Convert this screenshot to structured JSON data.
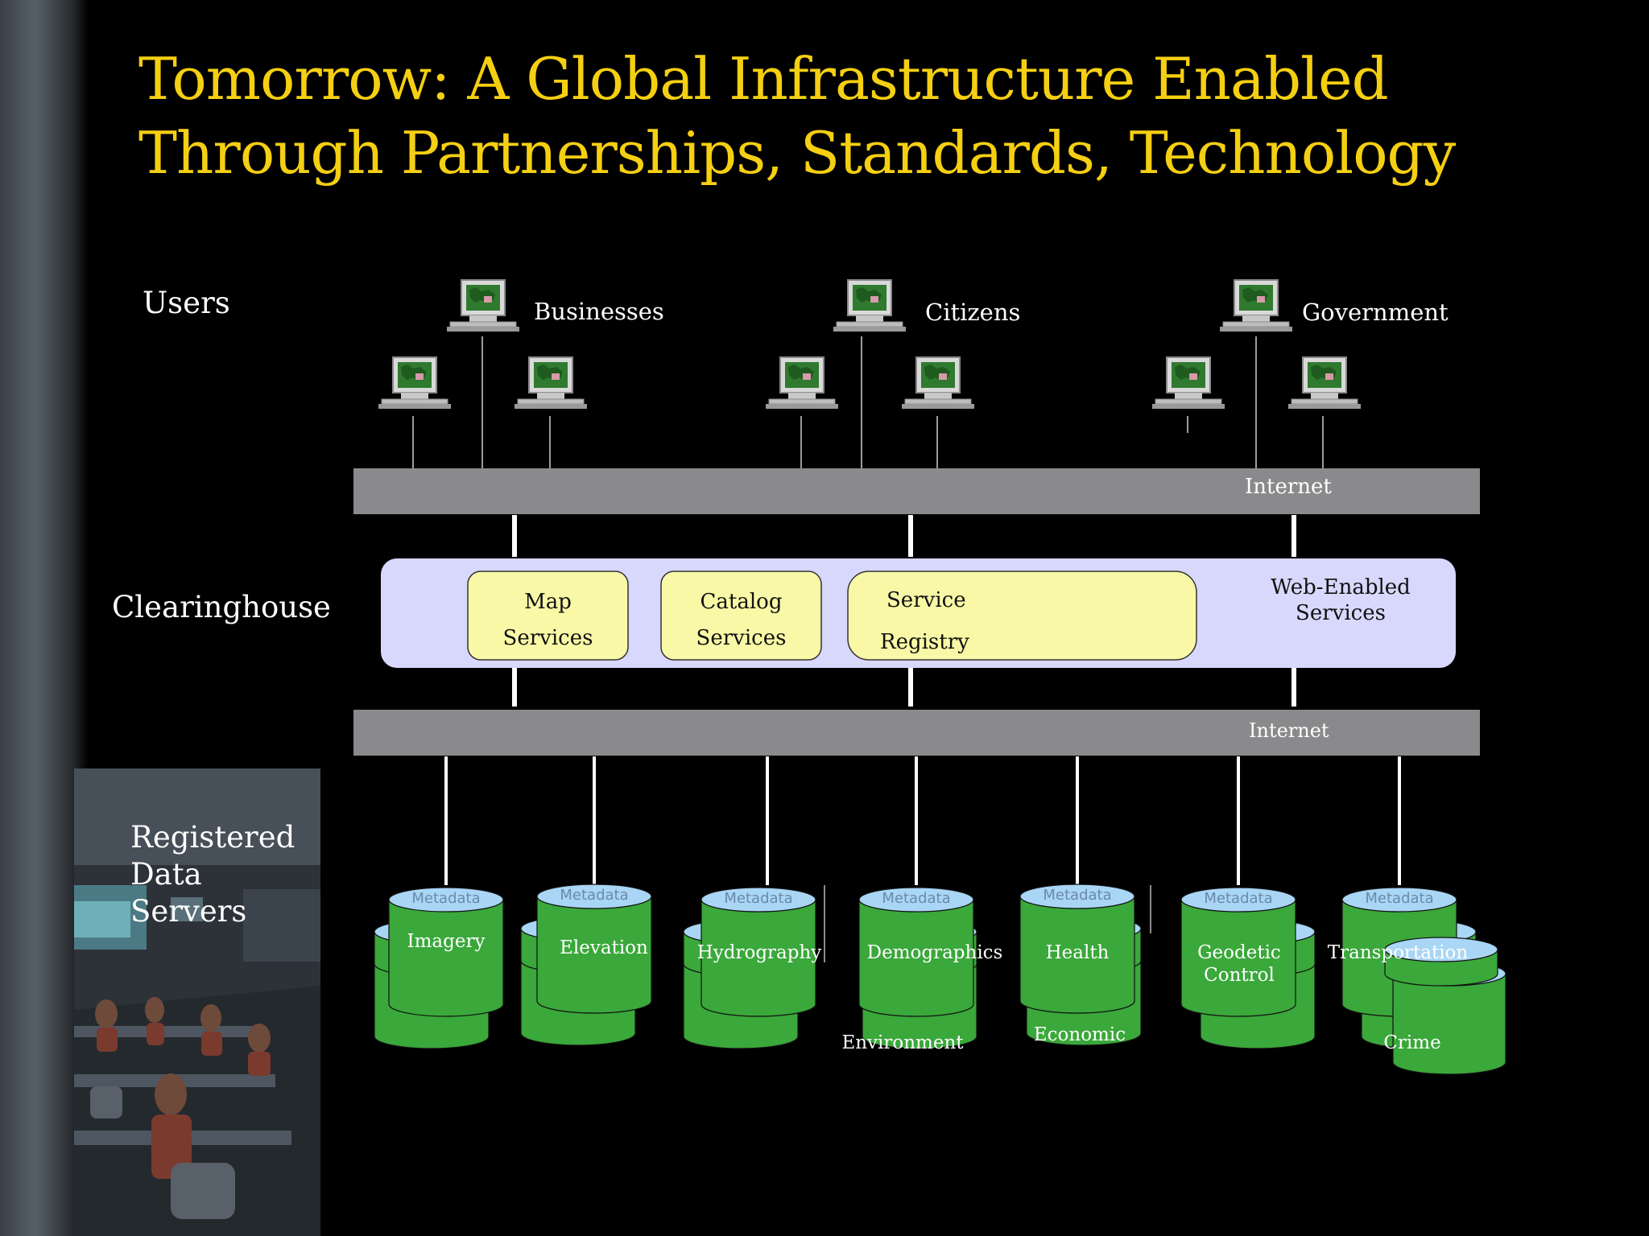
{
  "title": {
    "line1": "Tomorrow:  A Global Infrastructure Enabled",
    "line2": "Through Partnerships, Standards, Technology"
  },
  "sections": {
    "users": "Users",
    "clearinghouse": "Clearinghouse",
    "registered": [
      "Registered",
      "Data",
      "Servers"
    ]
  },
  "user_groups": [
    "Businesses",
    "Citizens",
    "Government"
  ],
  "network": {
    "top": "Internet",
    "bottom": "Internet"
  },
  "services": {
    "map": [
      "Map",
      "Services"
    ],
    "catalog": [
      "Catalog",
      "Services"
    ],
    "registry": [
      "Service",
      "Registry"
    ],
    "web_enabled": [
      "Web-Enabled",
      "Services"
    ]
  },
  "metadata_label": "Metadata",
  "data_servers": {
    "front": [
      "Imagery",
      "Elevation",
      "Hydrography",
      "Demographics",
      "Health",
      "Geodetic\nControl",
      "Transportation"
    ],
    "back": [
      "Environment",
      "Economic",
      "Crime"
    ]
  },
  "colors": {
    "title": "#f5cf12",
    "network_bar": "#8a898b",
    "clearinghouse_panel": "#d8d8fc",
    "service_box": "#f8f8a6",
    "cylinder_green": "#3aa83a",
    "cylinder_top": "#a9d6f5"
  },
  "icons": [
    "computer-monitor-icon",
    "database-cylinder-icon",
    "classroom-photo"
  ]
}
